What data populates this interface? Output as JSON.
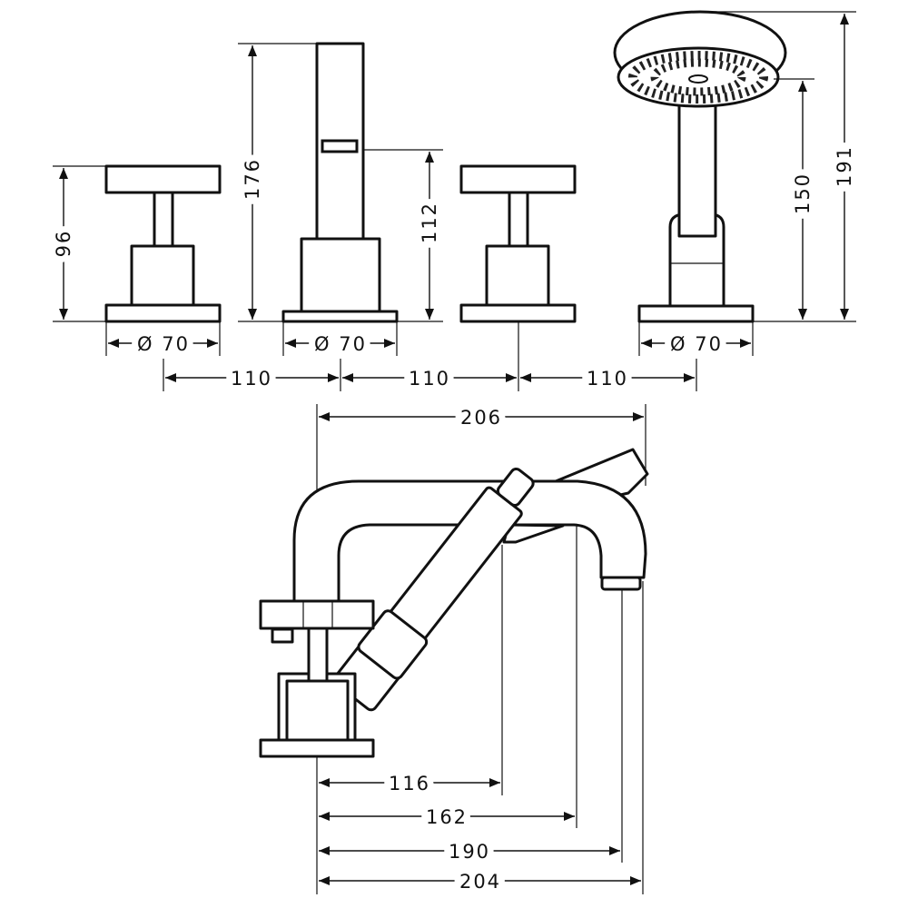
{
  "drawing": {
    "title": "Bath faucet dimensional drawing",
    "line_color": "#111111",
    "background": "#ffffff",
    "dimensions": {
      "handle_height": "96",
      "spout_height": "176",
      "spout_outlet_height": "112",
      "shower_holder_height": "150",
      "shower_total_height": "191",
      "diameter_handle_left": "Ø 70",
      "diameter_spout": "Ø 70",
      "diameter_shower": "Ø 70",
      "spacing_1": "110",
      "spacing_2": "110",
      "spacing_3": "110",
      "side_total_reach": "206",
      "side_116": "116",
      "side_162": "162",
      "side_190": "190",
      "side_204": "204"
    }
  }
}
